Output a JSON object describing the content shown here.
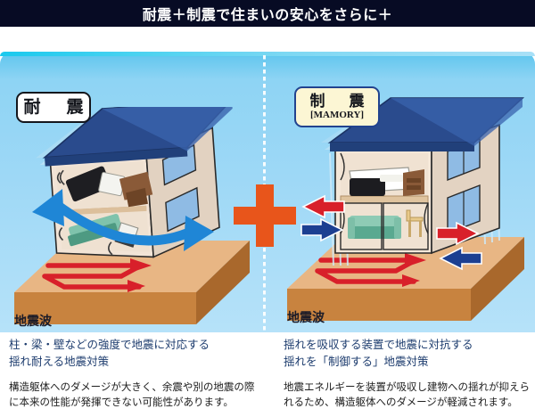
{
  "header": {
    "title": "耐震＋制震で住まいの安心をさらに＋",
    "background_color": "#070b24",
    "text_color": "#ffffff"
  },
  "illustration": {
    "sky_color_top": "#2fd3f2",
    "sky_color_bottom": "#b6e2f9",
    "divider": "dotted-vertical-white",
    "plus_sign": {
      "symbol": "+",
      "color": "#e8551b"
    },
    "left_panel": {
      "tag_main": "耐　震",
      "tag_border_color": "#14161c",
      "tag_background": "#ffffff",
      "wave_label": "地震波",
      "wave_arrow_color": "#d8202a",
      "sway_arrow_color": "#1f86d6",
      "roof_color": "#2a4b8d",
      "ground_top_color": "#e6b17f",
      "ground_front_color": "#c07c3a",
      "description": "傾いて揺れる家・家具が散乱"
    },
    "right_panel": {
      "tag_main": "制　震",
      "tag_sub": "[MAMORY]",
      "tag_border_color": "#22438f",
      "tag_background": "#fcf6d4",
      "wave_label": "地震波",
      "wave_arrow_color": "#d8202a",
      "damper_arrow_red": "#d8202a",
      "damper_arrow_blue": "#1c3f91",
      "roof_color": "#2a4b8d",
      "ground_top_color": "#e6b17f",
      "ground_front_color": "#c07c3a",
      "description": "まっすぐ立つ家・家具はそのまま"
    }
  },
  "captions": {
    "left": {
      "lead_line1": "柱・梁・壁などの強度で地震に対応する",
      "lead_line2": "揺れ耐える地震対策",
      "body_line1": "構造躯体へのダメージが大きく、余震や別の地震の際",
      "body_line2": "に本来の性能が発揮できない可能性があります。"
    },
    "right": {
      "lead_line1": "揺れを吸収する装置で地震に対抗する",
      "lead_line2": "揺れを「制御する」地震対策",
      "body_line1": "地震エネルギーを装置が吸収し建物への揺れが抑えら",
      "body_line2": "れるため、構造躯体へのダメージが軽減されます。"
    }
  }
}
